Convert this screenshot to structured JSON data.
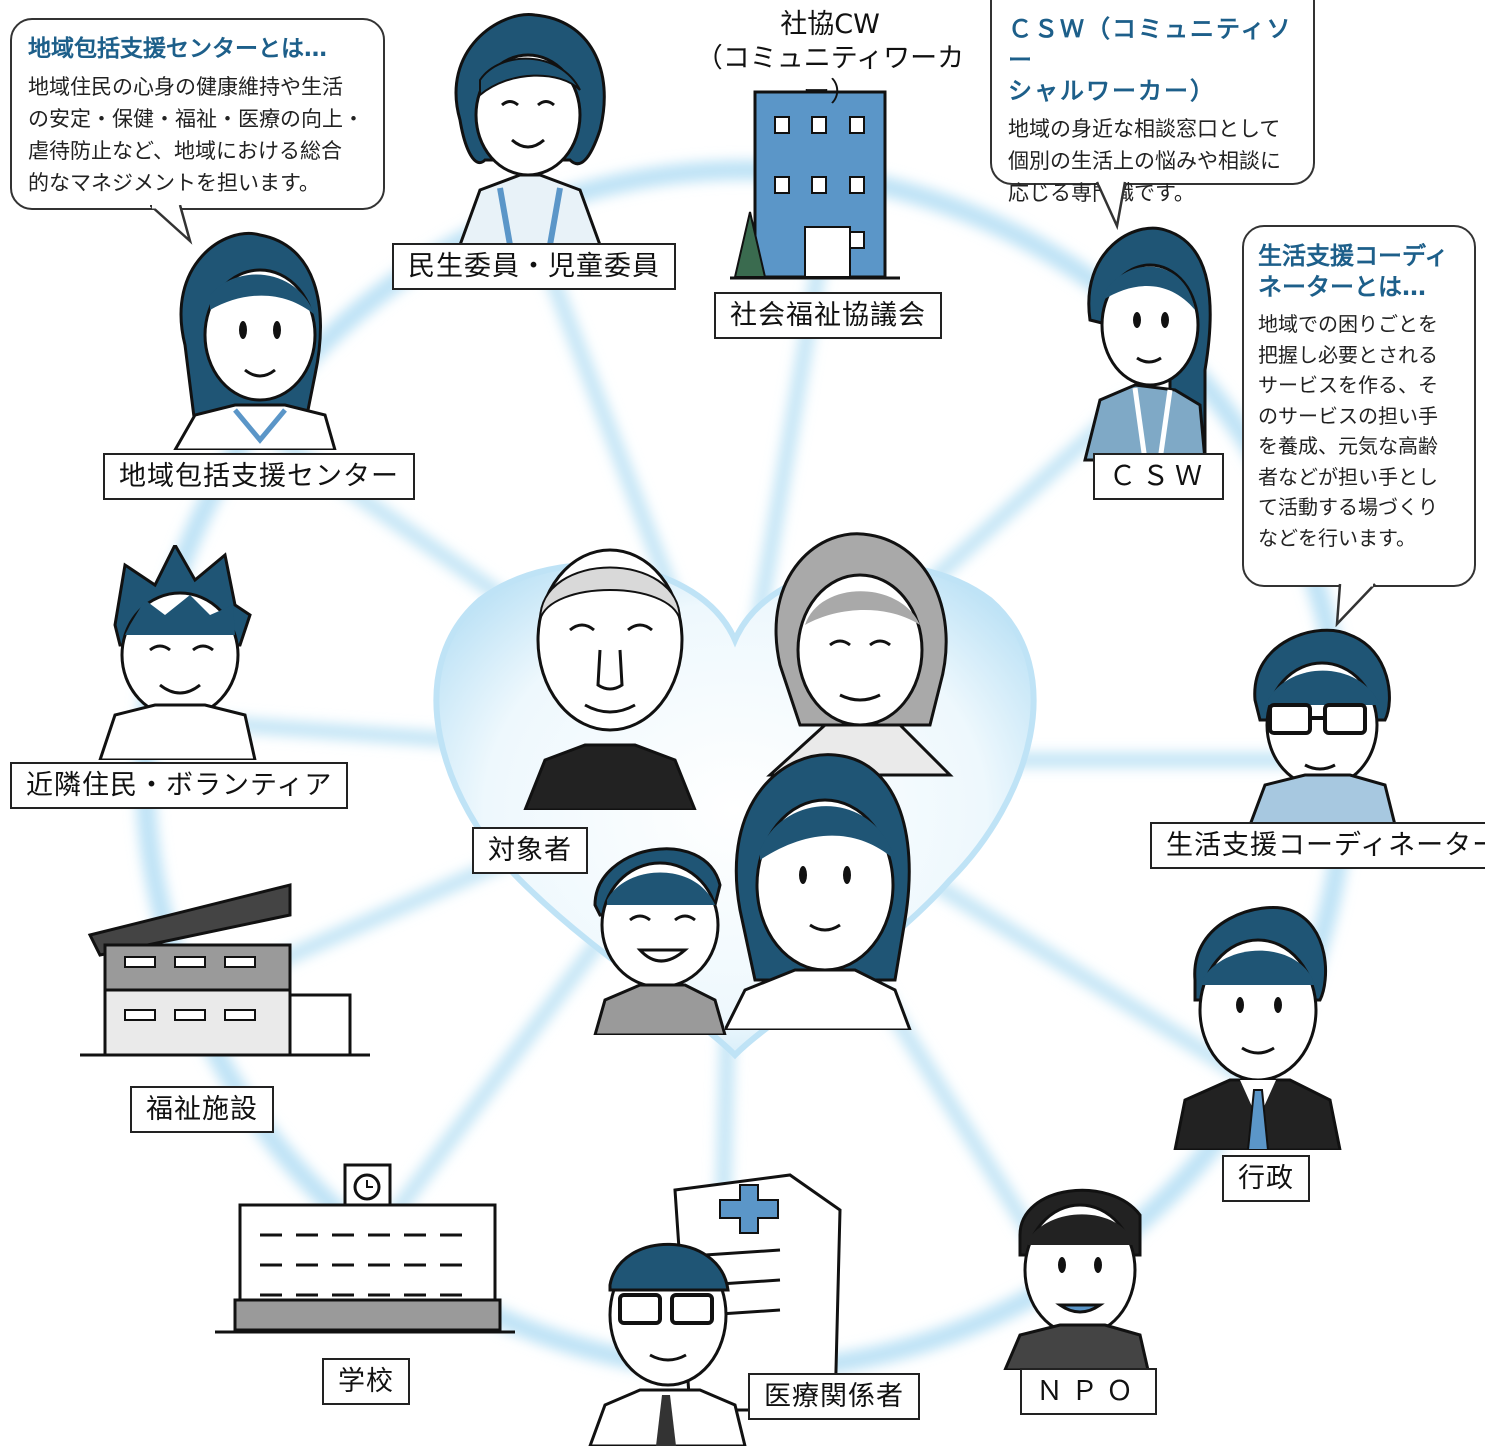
{
  "colors": {
    "accent": "#1d5f8a",
    "hair": "#1f5575",
    "skin": "#ffffff",
    "glow": "#bfe3f6",
    "building": "#5b96c8"
  },
  "center_label": "対象者",
  "social_welfare": {
    "title": "社協CW",
    "subtitle": "（コミュニティワーカー）",
    "label": "社会福祉協議会"
  },
  "nodes": {
    "minsei": "民生委員・児童委員",
    "chiiki": "地域包括支援センター",
    "kinrin": "近隣住民・ボランティア",
    "fukushi": "福祉施設",
    "gakko": "学校",
    "iryo": "医療関係者",
    "npo": "ＮＰＯ",
    "gyosei": "行政",
    "seikatsu": "生活支援コーディネーター",
    "csw": "ＣＳＷ"
  },
  "bubbles": {
    "chiiki": {
      "title": "地域包括支援センターとは…",
      "lines": [
        "地域住民の心身の健康維持や生活",
        "の安定・保健・福祉・医療の向上・",
        "虐待防止など、地域における総合",
        "的なマネジメントを担います。"
      ]
    },
    "csw": {
      "title_lines": [
        "ＣＳＷ（コミュニティソー",
        "シャルワーカー）"
      ],
      "lines": [
        "地域の身近な相談窓口として",
        "個別の生活上の悩みや相談に",
        "応じる専門職です。"
      ]
    },
    "seikatsu": {
      "title_lines": [
        "生活支援コーディ",
        "ネーターとは…"
      ],
      "lines": [
        "地域での困りごとを",
        "把握し必要とされる",
        "サービスを作る、そ",
        "のサービスの担い手",
        "を養成、元気な高齢",
        "者などが担い手とし",
        "て活動する場づくり",
        "などを行います。"
      ]
    }
  }
}
